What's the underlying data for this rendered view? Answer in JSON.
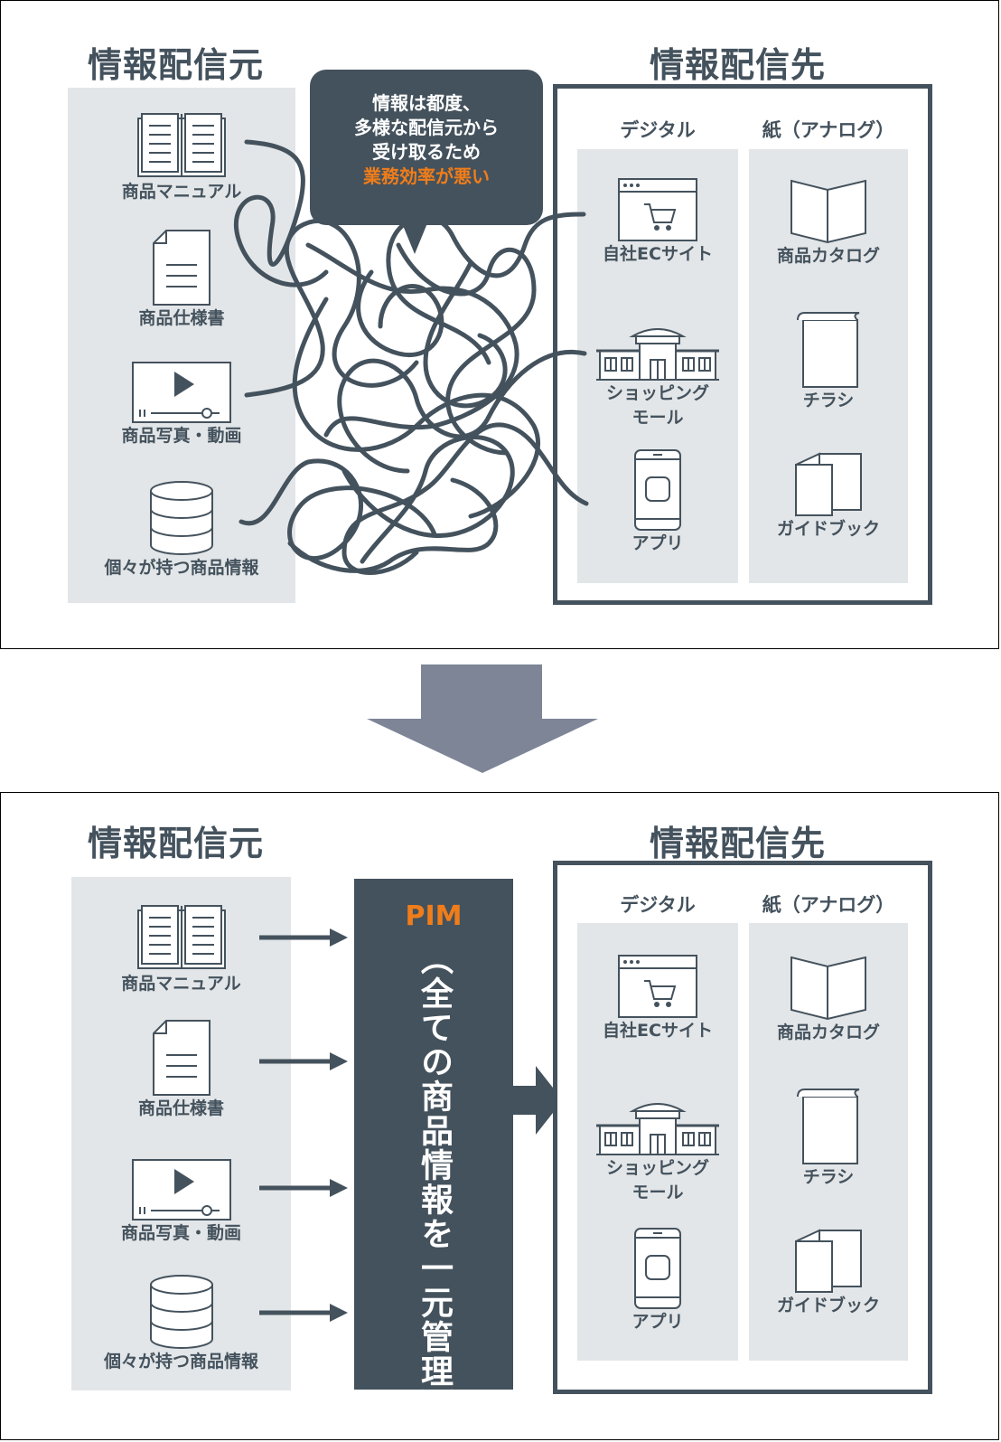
{
  "before": {
    "source_heading": "情報配信元",
    "dest_heading": "情報配信先",
    "sources": [
      {
        "label": "商品マニュアル",
        "icon": "book-icon"
      },
      {
        "label": "商品仕様書",
        "icon": "document-icon"
      },
      {
        "label": "商品写真・動画",
        "icon": "video-player-icon"
      },
      {
        "label": "個々が持つ商品情報",
        "icon": "database-icon"
      }
    ],
    "callout": {
      "line1": "情報は都度、",
      "line2": "多様な配信元から",
      "line3": "受け取るため",
      "highlight": "業務効率が悪い"
    }
  },
  "after": {
    "source_heading": "情報配信元",
    "dest_heading": "情報配信先",
    "sources": [
      {
        "label": "商品マニュアル",
        "icon": "book-icon"
      },
      {
        "label": "商品仕様書",
        "icon": "document-icon"
      },
      {
        "label": "商品写真・動画",
        "icon": "video-player-icon"
      },
      {
        "label": "個々が持つ商品情報",
        "icon": "database-icon"
      }
    ],
    "pim": {
      "title": "PIM",
      "subtitle": "（全ての商品情報を一元管理）"
    }
  },
  "destinations": {
    "digital": {
      "title": "デジタル",
      "items": [
        {
          "label": "自社ECサイト",
          "icon": "browser-cart-icon"
        },
        {
          "label_line1": "ショッピング",
          "label_line2": "モール",
          "icon": "shopping-mall-icon"
        },
        {
          "label": "アプリ",
          "icon": "smartphone-icon"
        }
      ]
    },
    "paper": {
      "title": "紙（アナログ）",
      "items": [
        {
          "label": "商品カタログ",
          "icon": "catalog-icon"
        },
        {
          "label": "チラシ",
          "icon": "flyer-icon"
        },
        {
          "label": "ガイドブック",
          "icon": "guidebook-icon"
        }
      ]
    }
  },
  "colors": {
    "dark": "#44525d",
    "accent": "#f07d1a",
    "panel_bg": "#e3e6e8",
    "transition_arrow": "#7d8597"
  }
}
